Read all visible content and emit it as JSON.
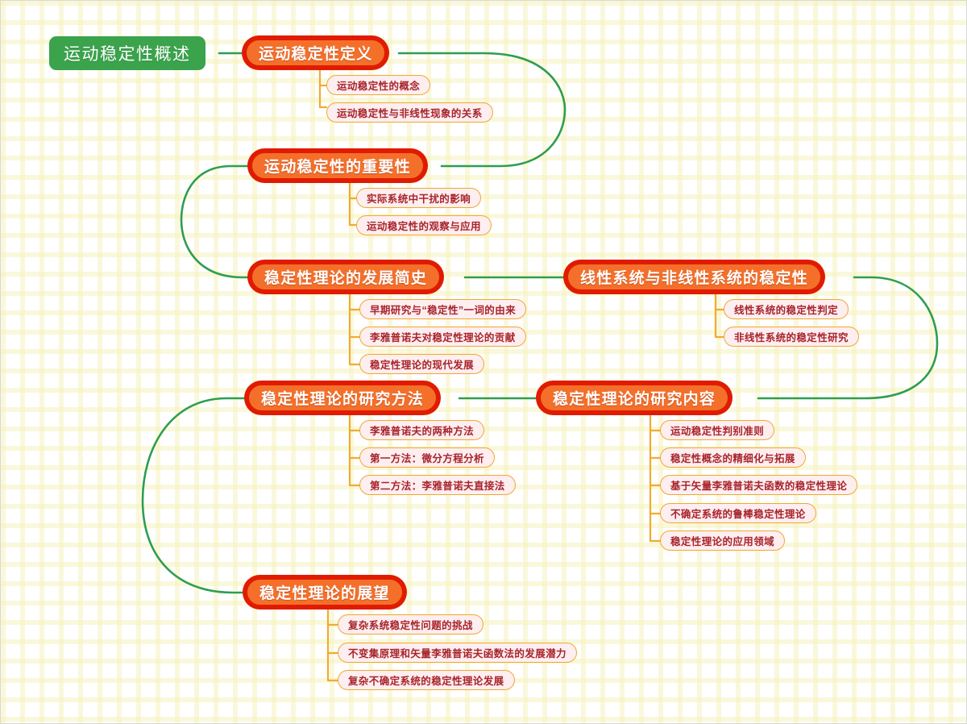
{
  "document": {
    "title": "运动稳定性概述",
    "type": "mind-map"
  },
  "theme": {
    "root_fill": "#3aa34c",
    "root_text": "#ffffff",
    "branch_outer": "#e01b00",
    "branch_fill": "#f4702a",
    "branch_text": "#ffffff",
    "leaf_fill": "#fdeef0",
    "leaf_border": "#f0a830",
    "leaf_text": "#a8242b",
    "connector_main": "#2e9e4f",
    "connector_leaf": "#f0ac2e",
    "canvas_bg": "#ffffff",
    "grid_line": "#f6f2be"
  },
  "root": {
    "label": "运动稳定性概述"
  },
  "branches": [
    {
      "id": "definition",
      "label": "运动稳定性定义",
      "children": [
        {
          "label": "运动稳定性的概念"
        },
        {
          "label": "运动稳定性与非线性现象的关系"
        }
      ]
    },
    {
      "id": "importance",
      "label": "运动稳定性的重要性",
      "children": [
        {
          "label": "实际系统中干扰的影响"
        },
        {
          "label": "运动稳定性的观察与应用"
        }
      ]
    },
    {
      "id": "history",
      "label": "稳定性理论的发展简史",
      "children": [
        {
          "label": "早期研究与“稳定性”一词的由来"
        },
        {
          "label": "李雅普诺夫对稳定性理论的贡献"
        },
        {
          "label": "稳定性理论的现代发展"
        }
      ]
    },
    {
      "id": "linear-nonlinear",
      "label": "线性系统与非线性系统的稳定性",
      "children": [
        {
          "label": "线性系统的稳定性判定"
        },
        {
          "label": "非线性系统的稳定性研究"
        }
      ]
    },
    {
      "id": "methods",
      "label": "稳定性理论的研究方法",
      "children": [
        {
          "label": "李雅普诺夫的两种方法"
        },
        {
          "label": "第一方法：微分方程分析"
        },
        {
          "label": "第二方法：李雅普诺夫直接法"
        }
      ]
    },
    {
      "id": "content",
      "label": "稳定性理论的研究内容",
      "children": [
        {
          "label": "运动稳定性判别准则"
        },
        {
          "label": "稳定性概念的精细化与拓展"
        },
        {
          "label": "基于矢量李雅普诺夫函数的稳定性理论"
        },
        {
          "label": "不确定系统的鲁棒稳定性理论"
        },
        {
          "label": "稳定性理论的应用领域"
        }
      ]
    },
    {
      "id": "outlook",
      "label": "稳定性理论的展望",
      "children": [
        {
          "label": "复杂系统稳定性问题的挑战"
        },
        {
          "label": "不变集原理和矢量李雅普诺夫函数法的发展潜力"
        },
        {
          "label": "复杂不确定系统的稳定性理论发展"
        }
      ]
    }
  ]
}
